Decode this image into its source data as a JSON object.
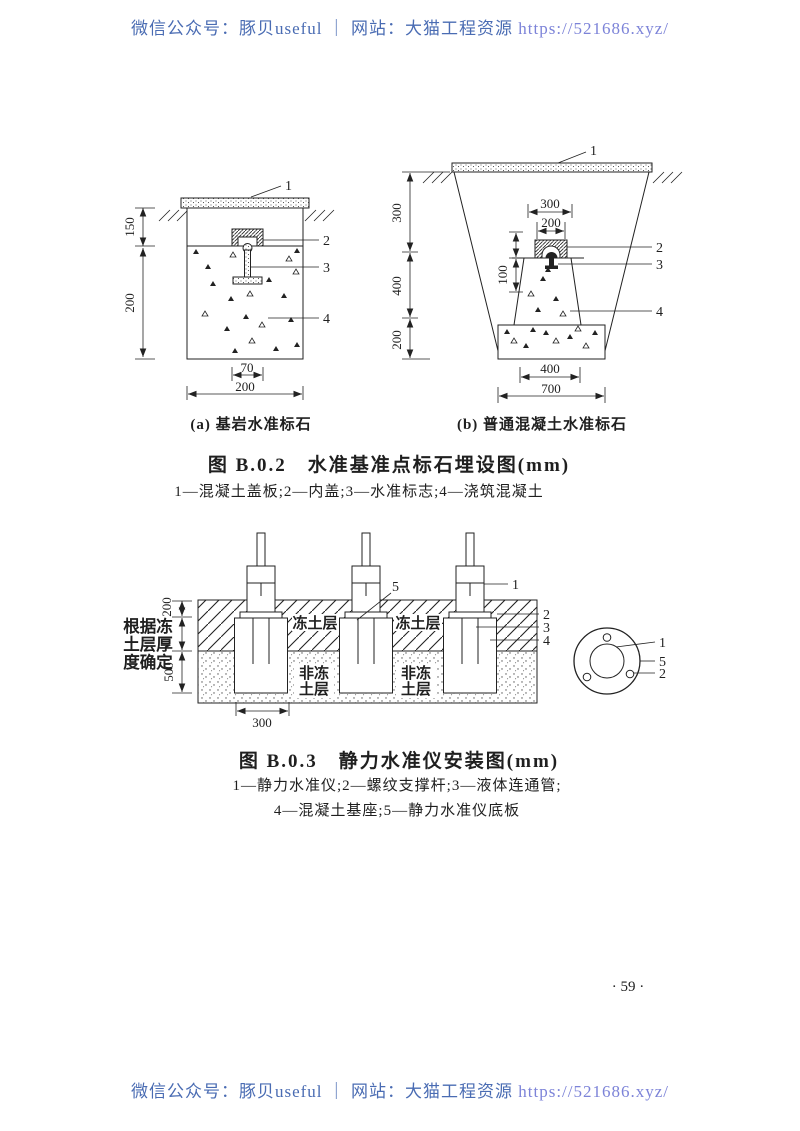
{
  "colors": {
    "ink": "#1f1f1f",
    "watermark_blue": "#4a6cb3",
    "watermark_url": "#7c83d8"
  },
  "watermark": {
    "prefix": "微信公众号：豚贝useful ｜ 网站：大猫工程资源",
    "url": "https://521686.xyz/"
  },
  "page_number": "·  59  ·",
  "b02": {
    "sub_a": "(a) 基岩水准标石",
    "sub_b": "(b) 普通混凝土水准标石",
    "title": "图 B.0.2　水准基准点标石埋设图(mm)",
    "legend": "1—混凝土盖板;2—内盖;3—水准标志;4—浇筑混凝土",
    "a": {
      "dim_left_top": "150",
      "dim_left_bottom": "200",
      "dim_bottom_inner": "70",
      "dim_bottom_outer": "200",
      "label_1": "1",
      "label_2": "2",
      "label_3": "3",
      "label_4": "4"
    },
    "b": {
      "dim_left_top": "300",
      "dim_left_mid": "400",
      "dim_left_bottom": "200",
      "dim_top_outer": "300",
      "dim_top_inner": "200",
      "dim_height": "100",
      "dim_bottom_inner": "400",
      "dim_bottom_outer": "700",
      "label_1": "1",
      "label_2": "2",
      "label_3": "3",
      "label_4": "4"
    }
  },
  "b03": {
    "title": "图 B.0.3　静力水准仪安装图(mm)",
    "legend_line1": "1—静力水准仪;2—螺纹支撑杆;3—液体连通管;",
    "legend_line2": "4—混凝土基座;5—静力水准仪底板",
    "note_line1": "根据冻",
    "note_line2": "土层厚",
    "note_line3": "度确定",
    "dim_200": "200",
    "dim_500": "500",
    "dim_300": "300",
    "frozen_label": "冻土层",
    "unfrozen_line1": "非冻",
    "unfrozen_line2": "土层",
    "label_1": "1",
    "label_2": "2",
    "label_3": "3",
    "label_4": "4",
    "label_5": "5",
    "detail": {
      "label_1": "1",
      "label_5": "5",
      "label_2": "2"
    }
  }
}
